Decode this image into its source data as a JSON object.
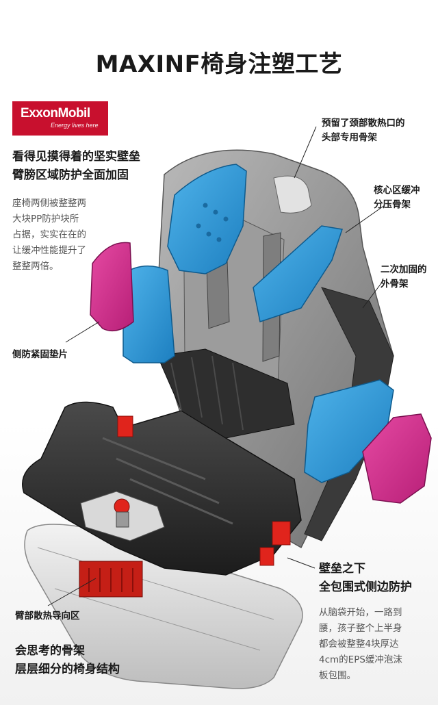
{
  "title": "MAXINF椅身注塑工艺",
  "logo": {
    "name": "ExxonMobil",
    "tagline": "Energy lives here"
  },
  "left_feature": {
    "heading": [
      "看得见摸得着的坚实壁垒",
      "臂膀区域防护全面加固"
    ],
    "body": [
      "座椅两侧被整整两",
      "大块PP防护块所",
      "占据，实实在在的",
      "让缓冲性能提升了",
      "整整两倍。"
    ]
  },
  "callouts": {
    "head_frame": [
      "预留了颈部散热口的",
      "头部专用骨架"
    ],
    "core_zone": [
      "核心区缓冲",
      "分压骨架"
    ],
    "outer_frame": [
      "二次加固的",
      "外骨架"
    ],
    "side_pad": "侧防紧固垫片",
    "arm_vent": "臂部散热导向区"
  },
  "right_feature": {
    "heading": [
      "壁垒之下",
      "全包围式侧边防护"
    ],
    "body": [
      "从脑袋开始，一路到",
      "腰，孩子整个上半身",
      "都会被整整4块厚达",
      "4cm的EPS缓冲泡沫",
      "板包围。"
    ]
  },
  "bottom_feature": {
    "heading": [
      "会思考的骨架",
      "层层细分的椅身结构"
    ]
  },
  "colors": {
    "exxon_red": "#c8102e",
    "eps_blue": "#2b9ad6",
    "side_pad_magenta": "#d42a8f",
    "shell_gray": "#8a8a8a",
    "seat_black": "#2b2b2b",
    "accent_red": "#e0241c"
  }
}
